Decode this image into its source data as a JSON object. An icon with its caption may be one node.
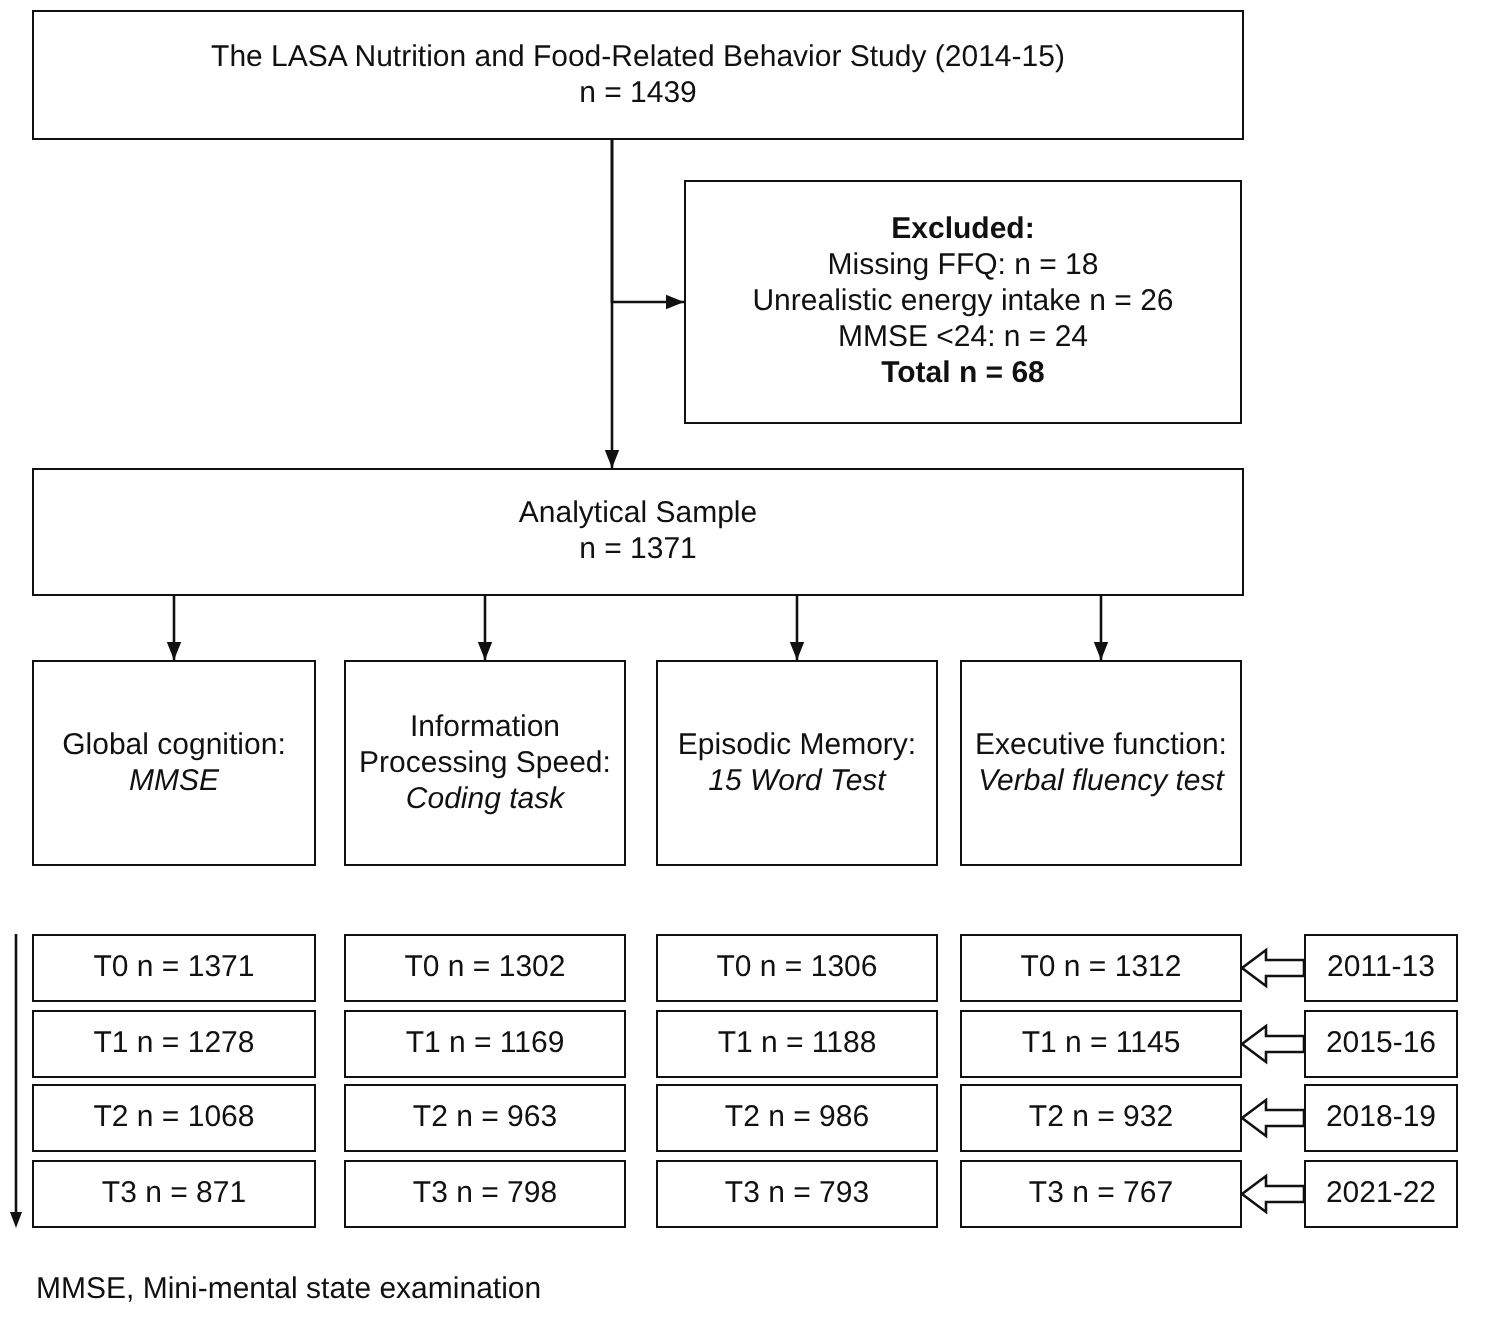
{
  "diagram": {
    "nodes": [
      {
        "text": [
          "The LASA Nutrition and Food-Related Behavior Study (2014-15)",
          "n = 1439"
        ]
      },
      {
        "text": [
          "Excluded:",
          "Missing FFQ: n = 18",
          "Unrealistic energy intake n = 26",
          "MMSE <24: n = 24",
          "Total n = 68"
        ]
      },
      {
        "text": [
          "Analytical Sample",
          "n = 1371"
        ]
      },
      {
        "text": [
          "Global cognition:",
          "MMSE"
        ]
      },
      {
        "text": [
          "Information Processing Speed:",
          "Coding task"
        ]
      },
      {
        "text": [
          "Episodic Memory:",
          "15 Word Test"
        ]
      },
      {
        "text": [
          "Executive function:",
          "Verbal fluency test"
        ]
      },
      {
        "text": [
          "T0 n = 1371"
        ]
      },
      {
        "text": [
          "T0 n = 1302"
        ]
      },
      {
        "text": [
          "T0 n = 1306"
        ]
      },
      {
        "text": [
          "T0 n = 1312"
        ]
      },
      {
        "text": [
          "2011-13"
        ]
      },
      {
        "text": [
          "T1 n = 1278"
        ]
      },
      {
        "text": [
          "T1 n = 1169"
        ]
      },
      {
        "text": [
          "T1 n = 1188"
        ]
      },
      {
        "text": [
          "T1 n = 1145"
        ]
      },
      {
        "text": [
          "2015-16"
        ]
      },
      {
        "text": [
          "T2 n = 1068"
        ]
      },
      {
        "text": [
          "T2 n = 963"
        ]
      },
      {
        "text": [
          "T2 n = 986"
        ]
      },
      {
        "text": [
          "T2 n = 932"
        ]
      },
      {
        "text": [
          "2018-19"
        ]
      },
      {
        "text": [
          "T3 n = 871"
        ]
      },
      {
        "text": [
          "T3 n = 798"
        ]
      },
      {
        "text": [
          "T3 n = 793"
        ]
      },
      {
        "text": [
          "T3 n = 767"
        ]
      },
      {
        "text": [
          "2021-22"
        ]
      }
    ],
    "edges": [
      {
        "from": 0,
        "to": 2,
        "arrow": "to"
      },
      {
        "from": 0,
        "to": 1,
        "arrow": "to"
      },
      {
        "from": 2,
        "to": 3,
        "arrow": "to"
      },
      {
        "from": 2,
        "to": 4,
        "arrow": "to"
      },
      {
        "from": 2,
        "to": 5,
        "arrow": "to"
      },
      {
        "from": 2,
        "to": 6,
        "arrow": "to"
      },
      {
        "from": 11,
        "to": 10,
        "arrow": "to",
        "style": "thick"
      },
      {
        "from": 16,
        "to": 15,
        "arrow": "to",
        "style": "thick"
      },
      {
        "from": 21,
        "to": 20,
        "arrow": "to",
        "style": "thick"
      },
      {
        "from": 26,
        "to": 25,
        "arrow": "to",
        "style": "thick"
      }
    ],
    "labels": [
      "MMSE, Mini-mental state examination"
    ]
  }
}
